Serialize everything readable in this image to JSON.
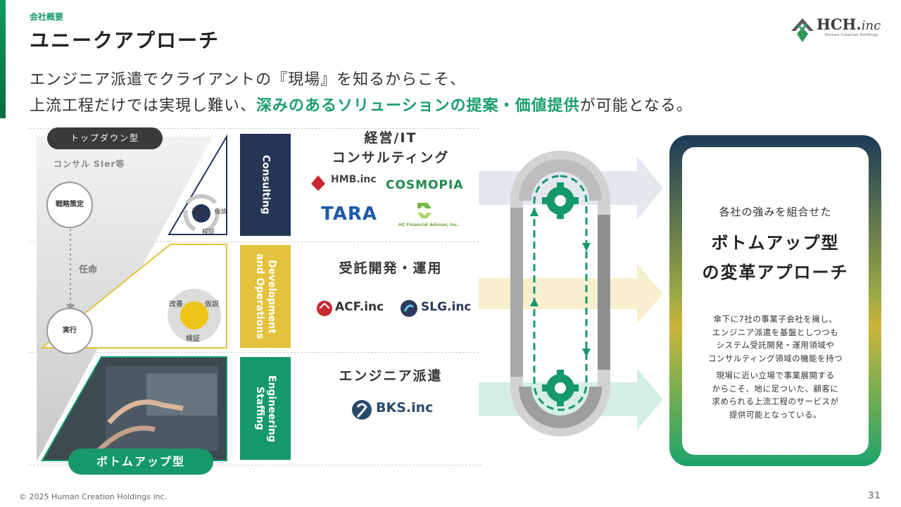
{
  "header": {
    "section_label": "会社概要",
    "title": "ユニークアプローチ",
    "lead_line1": "エンジニア派遣でクライアントの『現場』を知るからこそ、",
    "lead_line2_pre": "上流工程だけでは実現し難い、",
    "lead_line2_highlight": "深みのあるソリューションの提案・価値提供",
    "lead_line2_post": "が可能となる。",
    "accent_color": "#1a9e6c"
  },
  "logo": {
    "name": "HCH.",
    "suffix": "inc",
    "sub": "Human Creation Holdings"
  },
  "left_panel": {
    "top_pill": "トップダウン型",
    "consul_label": "コンサル SIer等",
    "circle_top": "戦略策定",
    "arrow_label": "任命",
    "circle_bottom": "実行",
    "bottom_pill": "ボトムアップ型",
    "cycle_top": {
      "kaizen": "改善",
      "kasetsu": "仮説",
      "kensho": "検証"
    },
    "cycle_mid": {
      "kaizen": "改善",
      "kasetsu": "仮説",
      "kensho": "検証"
    }
  },
  "bands": {
    "consulting": "Consulting",
    "dev_line1": "Development",
    "dev_line2": "and Operations",
    "eng_line1": "Engineering",
    "eng_line2": "Staffing",
    "colors": {
      "consulting": "#243556",
      "dev": "#e4c23c",
      "eng": "#16996a"
    }
  },
  "categories": {
    "consulting_line1": "経営/IT",
    "consulting_line2": "コンサルティング",
    "dev": "受託開発・運用",
    "eng": "エンジニア派遣"
  },
  "companies": {
    "hmb": "HMB.inc",
    "cosmopia": "COSMOPIA",
    "tara": "TARA",
    "hcf": "HC Financial Advisor, Inc.",
    "acf": "ACF.inc",
    "slg": "SLG.inc",
    "bks": "BKS.inc"
  },
  "result": {
    "sub": "各社の強みを組合せた",
    "main_line1": "ボトムアップ型",
    "main_line2": "の変革アプローチ",
    "body1": [
      "傘下に7社の事業子会社を擁し、",
      "エンジニア派遣を基盤としつつも",
      "システム受託開発・運用領域や",
      "コンサルティング領域の機能を持つ"
    ],
    "body2": [
      "現場に近い立場で事業展開する",
      "からこそ、地に足ついた、顧客に",
      "求められる上流工程のサービスが",
      "提供可能となっている。"
    ]
  },
  "footer": {
    "copyright": "© 2025 Human Creation Holdings inc.",
    "page": "31"
  }
}
